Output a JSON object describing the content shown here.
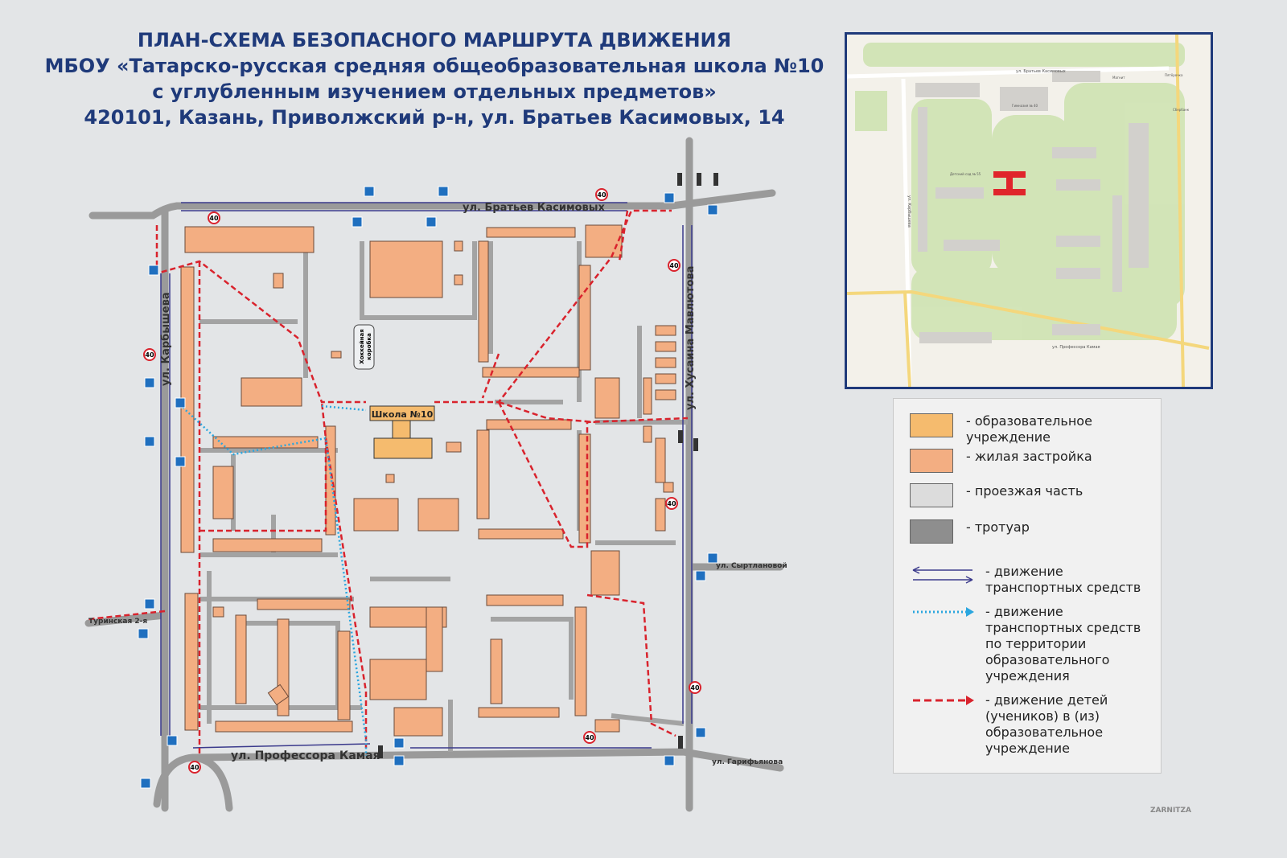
{
  "title": {
    "line1": "ПЛАН-СХЕМА БЕЗОПАСНОГО МАРШРУТА ДВИЖЕНИЯ",
    "line2": "МБОУ «Татарско-русская средняя общеобразовательная школа №10",
    "line3": "с углубленным изучением отдельных предметов»",
    "line4": "420101, Казань, Приволжский р-н, ул. Братьев Касимовых, 14"
  },
  "map": {
    "streets": {
      "north": "ул. Братьев Касимовых",
      "west": "ул. Карбышева",
      "east": "ул. Хусаина Мавлютова",
      "south": "ул. Профессора Камая",
      "turinskaya": "Туринская 2-я",
      "syrtlanovoy": "ул. Сыртлановой",
      "garifyanova": "ул. Гарифьянова"
    },
    "school_label": "Школа №10",
    "hockey_label_1": "Хоккейная",
    "hockey_label_2": "коробка",
    "speed_limit": "40"
  },
  "inset": {
    "labels": [
      "ул. Братьев Касимовых",
      "ул. Профессора Камая",
      "ул. Карбышева",
      "Гимназия № 40",
      "Детский сад № 55",
      "Пятёрочка",
      "Магнит",
      "Сбербанк"
    ]
  },
  "legend": {
    "items": [
      {
        "label": "- образовательное учреждение",
        "color": "#f5bb6e"
      },
      {
        "label": "- жилая застройка",
        "color": "#f3ae82"
      },
      {
        "label": "- проезжая часть",
        "color": "#dcdcdc"
      },
      {
        "label": "- тротуар",
        "color": "#8e8e8e"
      },
      {
        "label": "- движение транспортных средств",
        "color": "#3b3a8c"
      },
      {
        "label": "- движение транспортных средств по территории образовательного учреждения",
        "color": "#2aa6df"
      },
      {
        "label": "- движение детей (учеников) в (из) образовательное учреждение",
        "color": "#d9232d"
      }
    ]
  },
  "footer": {
    "brand": "ZARNITZA"
  }
}
